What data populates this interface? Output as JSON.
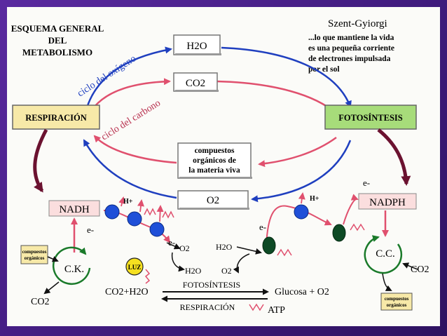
{
  "title": {
    "line1": "ESQUEMA GENERAL",
    "line2": "DEL",
    "line3": "METABOLISMO"
  },
  "quote": {
    "author": "Szent-Gyiorgi",
    "lines": [
      "...lo que mantiene la vida",
      "es una pequeña corriente",
      "de electrones impulsada",
      "por el sol"
    ]
  },
  "boxes": {
    "h2o_top": "H2O",
    "co2_top": "CO2",
    "compuestos": [
      "compuestos",
      "orgánicos de",
      "la materia viva"
    ],
    "o2": "O2",
    "respiracion": "RESPIRACIÓN",
    "fotosintesis": "FOTOSÍNTESIS",
    "nadh": "NADH",
    "nadph": "NADPH",
    "compuestos_small": [
      "compuestos",
      "orgánicos"
    ]
  },
  "labels": {
    "ciclo_oxigeno": "ciclo del oxígeno",
    "ciclo_carbono": "ciclo del carbono",
    "h_plus": "H+",
    "e_minus": "e-",
    "o2_sub": "O2",
    "h2o": "H2O",
    "ck": "C.K.",
    "cc": "C.C.",
    "luz": "LUZ",
    "co2": "CO2",
    "co2_h2o": "CO2+H2O",
    "fotosintesis_arrow": "FOTOSÍNTESIS",
    "respiracion_arrow": "RESPIRACIÓN",
    "glucosa": "Glucosa + O2",
    "atp": "ATP"
  },
  "colors": {
    "blue": "#1f3fbf",
    "pink": "#e0506e",
    "maroon": "#6b1230",
    "green": "#1a7a2a",
    "yellow_box": "#f7e9a8",
    "green_box": "#a7dc7a",
    "nadh_box": "#fbdede",
    "circle_blue": "#1f4fd8",
    "circle_green": "#0d4a25",
    "luz_yellow": "#f5e020"
  }
}
